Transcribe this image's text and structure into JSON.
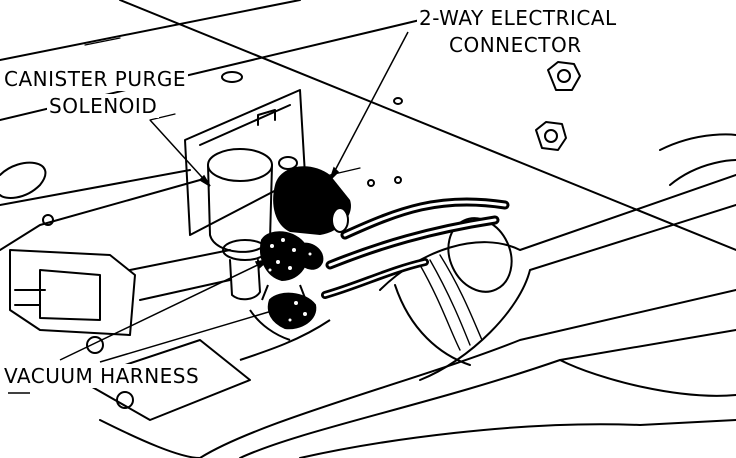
{
  "callouts": {
    "connector_line1": "2-WAY ELECTRICAL",
    "connector_line2": "CONNECTOR",
    "solenoid_line1": "CANISTER PURGE",
    "solenoid_line2": "SOLENOID",
    "harness": "VACUUM HARNESS"
  },
  "colors": {
    "ink": "#000000",
    "paper": "#ffffff"
  }
}
